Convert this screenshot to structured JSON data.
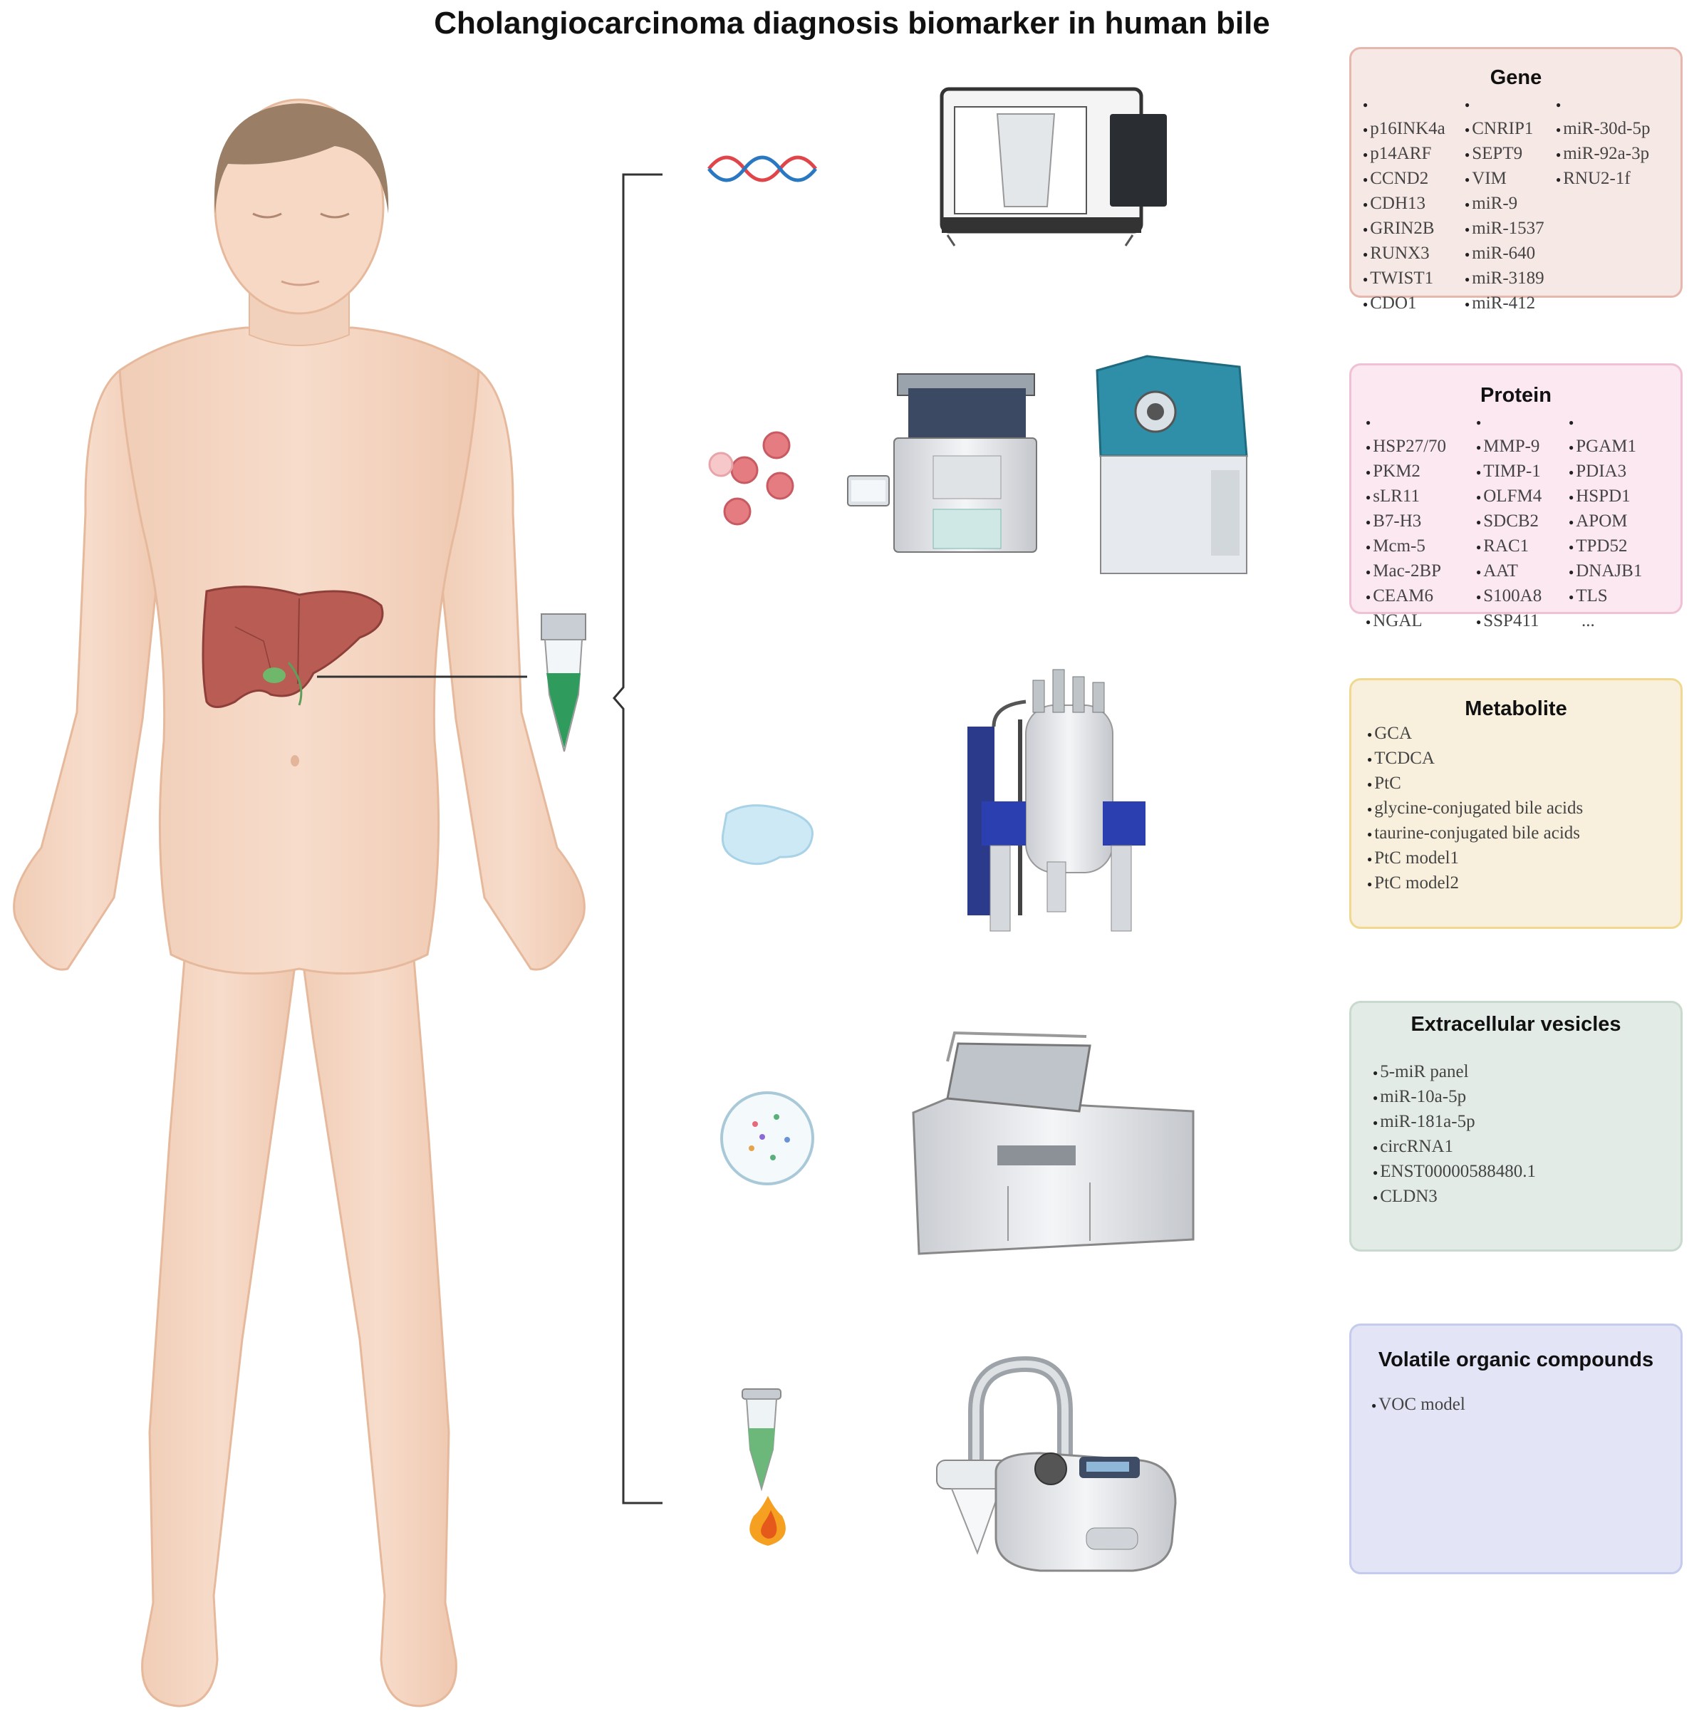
{
  "title": "Cholangiocarcinoma diagnosis biomarker in human bile",
  "colors": {
    "gene_bg": "#f6e8e4",
    "gene_border": "#e6b8ad",
    "protein_bg": "#fbe8f0",
    "protein_border": "#f0c0d4",
    "metabolite_bg": "#f8f0dc",
    "metabolite_border": "#f0d890",
    "ev_bg": "#e2ebe5",
    "ev_border": "#c8dacd",
    "voc_bg": "#e3e5f6",
    "voc_border": "#c5cbec"
  },
  "icons": [
    "human-body-icon",
    "liver-icon",
    "bile-tube-icon",
    "dna-icon",
    "protein-dots-icon",
    "metabolite-blob-icon",
    "vesicle-dish-icon",
    "heated-tube-icon",
    "sequencer-icon",
    "lc-instrument-icon",
    "mass-spec-icon",
    "nmr-spectrometer-icon",
    "centrifuge-icon",
    "electronic-nose-icon"
  ],
  "panels": {
    "gene": {
      "title": "Gene",
      "col1": [
        "p16INK4a",
        "p14ARF",
        "CCND2",
        "CDH13",
        "GRIN2B",
        "RUNX3",
        "TWIST1",
        "CDO1"
      ],
      "col2": [
        "CNRIP1",
        "SEPT9",
        "VIM",
        "miR-9",
        "miR-1537",
        "miR-640",
        "miR-3189",
        "miR-412"
      ],
      "col3": [
        "miR-30d-5p",
        "miR-92a-3p",
        "RNU2-1f"
      ]
    },
    "protein": {
      "title": "Protein",
      "col1": [
        "HSP27/70",
        "PKM2",
        "sLR11",
        "B7-H3",
        "Mcm-5",
        "Mac-2BP",
        "CEAM6",
        "NGAL"
      ],
      "col2": [
        "MMP-9",
        "TIMP-1",
        "OLFM4",
        "SDCB2",
        "RAC1",
        "AAT",
        "S100A8",
        "SSP411"
      ],
      "col3": [
        "PGAM1",
        "PDIA3",
        "HSPD1",
        "APOM",
        "TPD52",
        "DNAJB1",
        "TLS"
      ],
      "more": "..."
    },
    "metabolite": {
      "title": "Metabolite",
      "items": [
        "GCA",
        "TCDCA",
        "PtC",
        "glycine-conjugated bile acids",
        "taurine-conjugated bile acids",
        "PtC model1",
        "PtC model2"
      ]
    },
    "ev": {
      "title": "Extracellular vesicles",
      "items": [
        "5-miR panel",
        "miR-10a-5p",
        "miR-181a-5p",
        "circRNA1",
        "ENST00000588480.1",
        "CLDN3"
      ]
    },
    "voc": {
      "title": "Volatile organic compounds",
      "items": [
        "VOC model"
      ]
    }
  }
}
